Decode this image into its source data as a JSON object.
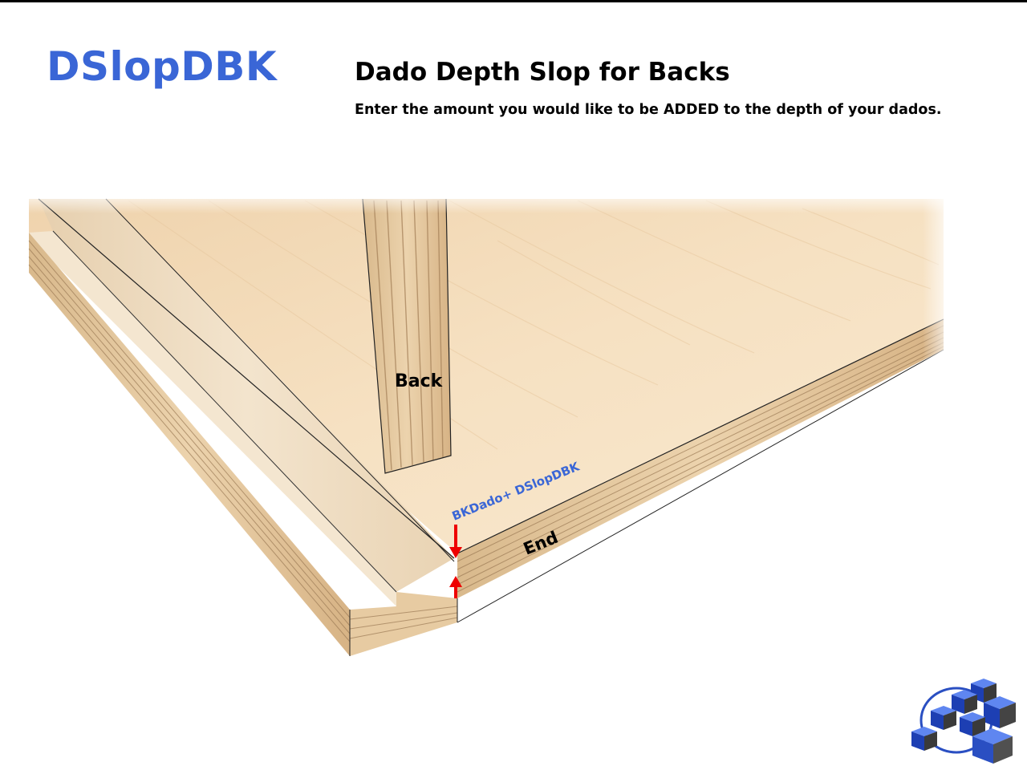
{
  "header": {
    "variable_name": "DSlopDBK",
    "title": "Dado Depth Slop for Backs",
    "subtitle": "Enter the amount you would like to be ADDED to the depth of your dados."
  },
  "diagram": {
    "labels": {
      "back": "Back",
      "end": "End",
      "dimension": "BKDado+ DSlopDBK"
    }
  },
  "colors": {
    "accent_blue": "#3a66d6",
    "arrow_red": "#ee0000",
    "wood_light": "#f3dcb9",
    "wood_edge": "#e2c59b"
  },
  "logo": {
    "icon": "blue-cubes-logo-icon"
  }
}
